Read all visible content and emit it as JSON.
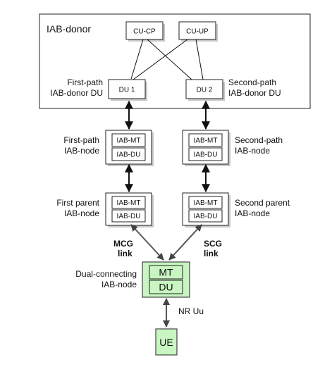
{
  "donor": {
    "title": "IAB-donor",
    "cu_cp": "CU-CP",
    "cu_up": "CU-UP",
    "du1": "DU 1",
    "du2": "DU 2",
    "first_path_du_label": [
      "First-path",
      "IAB-donor DU"
    ],
    "second_path_du_label": [
      "Second-path",
      "IAB-donor DU"
    ]
  },
  "first_path_node": {
    "label": [
      "First-path",
      "IAB-node"
    ],
    "mt": "IAB-MT",
    "du": "IAB-DU"
  },
  "second_path_node": {
    "label": [
      "Second-path",
      "IAB-node"
    ],
    "mt": "IAB-MT",
    "du": "IAB-DU"
  },
  "first_parent_node": {
    "label": [
      "First parent",
      "IAB-node"
    ],
    "mt": "IAB-MT",
    "du": "IAB-DU"
  },
  "second_parent_node": {
    "label": [
      "Second parent",
      "IAB-node"
    ],
    "mt": "IAB-MT",
    "du": "IAB-DU"
  },
  "links": {
    "mcg": [
      "MCG",
      "link"
    ],
    "scg": [
      "SCG",
      "link"
    ],
    "nr_uu": "NR Uu"
  },
  "dual_node": {
    "label": [
      "Dual-connecting",
      "IAB-node"
    ],
    "mt": "MT",
    "du": "DU"
  },
  "ue": {
    "label": "UE"
  },
  "colors": {
    "green_fill": "#c8f5c2",
    "shadow": "#c8c8c8"
  }
}
